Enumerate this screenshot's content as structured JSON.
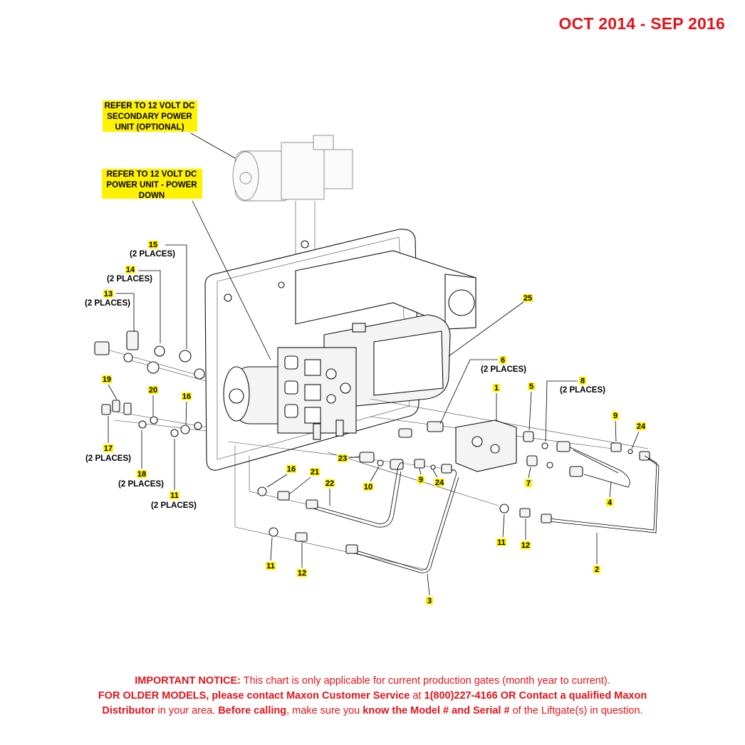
{
  "header": {
    "date_range": "OCT 2014 - SEP 2016"
  },
  "callouts": {
    "secondary": [
      "REFER TO 12 VOLT DC",
      "SECONDARY POWER",
      "UNIT (OPTIONAL)"
    ],
    "power_down": [
      "REFER TO 12 VOLT DC",
      "POWER UNIT - POWER",
      "DOWN"
    ]
  },
  "part_labels": {
    "p15": "15",
    "p14": "14",
    "p13": "13",
    "p19": "19",
    "p20": "20",
    "p16a": "16",
    "p17": "17",
    "p18": "18",
    "p11a": "11",
    "p16b": "16",
    "p21": "21",
    "p22": "22",
    "p23": "23",
    "p10": "10",
    "p9a": "9",
    "p24a": "24",
    "p25": "25",
    "p6": "6",
    "p1": "1",
    "p5": "5",
    "p8": "8",
    "p9b": "9",
    "p24b": "24",
    "p7": "7",
    "p4": "4",
    "p11b": "11",
    "p12a": "12",
    "p2": "2",
    "p11c": "11",
    "p12b": "12",
    "p3": "3"
  },
  "places": {
    "p15": "(2 PLACES)",
    "p14": "(2 PLACES)",
    "p13": "(2 PLACES)",
    "p17": "(2 PLACES)",
    "p18": "(2 PLACES)",
    "p11": "(2 PLACES)",
    "p6": "(2 PLACES)",
    "p8": "(2 PLACES)"
  },
  "notice": {
    "line1_bold": "IMPORTANT NOTICE:",
    "line1_rest": " This chart is only applicable for current production gates (month year to current).",
    "line2_bold1": "FOR OLDER MODELS, please contact Maxon Customer Service",
    "line2_mid": " at ",
    "line2_bold2": "1(800)227-4166 OR Contact a qualified Maxon",
    "line3_bold1": "Distributor",
    "line3_mid1": " in your area. ",
    "line3_bold2": "Before calling",
    "line3_mid2": ", make sure you ",
    "line3_bold3": "know the Model # and Serial #",
    "line3_rest": " of the Liftgate(s) in question."
  },
  "colors": {
    "accent_red": "#e0141b",
    "highlight_yellow": "#fff200"
  }
}
